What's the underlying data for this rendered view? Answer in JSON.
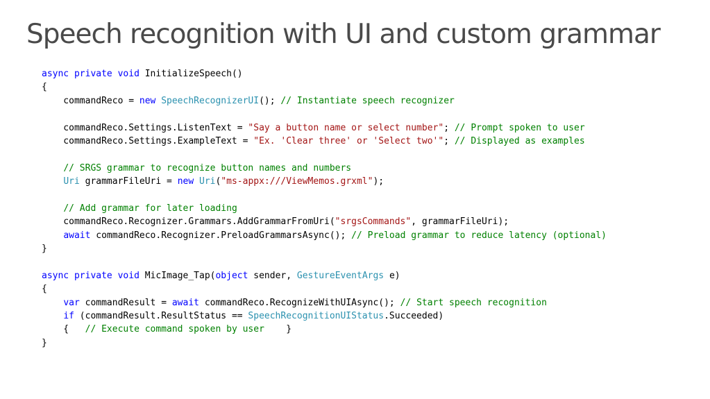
{
  "title": "Speech recognition with UI and custom grammar",
  "code_lines": [
    [
      [
        "kw",
        "async"
      ],
      [
        "plain",
        " "
      ],
      [
        "kw",
        "private"
      ],
      [
        "plain",
        " "
      ],
      [
        "kw",
        "void"
      ],
      [
        "plain",
        " InitializeSpeech()"
      ]
    ],
    [
      [
        "plain",
        "{"
      ]
    ],
    [
      [
        "plain",
        "    commandReco = "
      ],
      [
        "kw",
        "new"
      ],
      [
        "plain",
        " "
      ],
      [
        "type",
        "SpeechRecognizerUI"
      ],
      [
        "plain",
        "(); "
      ],
      [
        "comment",
        "// Instantiate speech recognizer"
      ]
    ],
    [],
    [
      [
        "plain",
        "    commandReco.Settings.ListenText = "
      ],
      [
        "str",
        "\"Say a button name or select number\""
      ],
      [
        "plain",
        "; "
      ],
      [
        "comment",
        "// Prompt spoken to user"
      ]
    ],
    [
      [
        "plain",
        "    commandReco.Settings.ExampleText = "
      ],
      [
        "str",
        "\"Ex. 'Clear three' or 'Select two'\""
      ],
      [
        "plain",
        "; "
      ],
      [
        "comment",
        "// Displayed as examples"
      ]
    ],
    [],
    [
      [
        "plain",
        "    "
      ],
      [
        "comment",
        "// SRGS grammar to recognize button names and numbers"
      ]
    ],
    [
      [
        "plain",
        "    "
      ],
      [
        "type",
        "Uri"
      ],
      [
        "plain",
        " grammarFileUri = "
      ],
      [
        "kw",
        "new"
      ],
      [
        "plain",
        " "
      ],
      [
        "type",
        "Uri"
      ],
      [
        "plain",
        "("
      ],
      [
        "str",
        "\"ms-appx:///ViewMemos.grxml\""
      ],
      [
        "plain",
        ");"
      ]
    ],
    [],
    [
      [
        "plain",
        "    "
      ],
      [
        "comment",
        "// Add grammar for later loading"
      ]
    ],
    [
      [
        "plain",
        "    commandReco.Recognizer.Grammars.AddGrammarFromUri("
      ],
      [
        "str",
        "\"srgsCommands\""
      ],
      [
        "plain",
        ", grammarFileUri);"
      ]
    ],
    [
      [
        "plain",
        "    "
      ],
      [
        "kw",
        "await"
      ],
      [
        "plain",
        " commandReco.Recognizer.PreloadGrammarsAsync(); "
      ],
      [
        "comment",
        "// Preload grammar to reduce latency (optional)"
      ]
    ],
    [
      [
        "plain",
        "}"
      ]
    ],
    [],
    [
      [
        "kw",
        "async"
      ],
      [
        "plain",
        " "
      ],
      [
        "kw",
        "private"
      ],
      [
        "plain",
        " "
      ],
      [
        "kw",
        "void"
      ],
      [
        "plain",
        " MicImage_Tap("
      ],
      [
        "kw",
        "object"
      ],
      [
        "plain",
        " sender, "
      ],
      [
        "type",
        "GestureEventArgs"
      ],
      [
        "plain",
        " e)"
      ]
    ],
    [
      [
        "plain",
        "{"
      ]
    ],
    [
      [
        "plain",
        "    "
      ],
      [
        "kw",
        "var"
      ],
      [
        "plain",
        " commandResult = "
      ],
      [
        "kw",
        "await"
      ],
      [
        "plain",
        " commandReco.RecognizeWithUIAsync(); "
      ],
      [
        "comment",
        "// Start speech recognition"
      ]
    ],
    [
      [
        "plain",
        "    "
      ],
      [
        "kw",
        "if"
      ],
      [
        "plain",
        " (commandResult.ResultStatus == "
      ],
      [
        "type",
        "SpeechRecognitionUIStatus"
      ],
      [
        "plain",
        ".Succeeded)"
      ]
    ],
    [
      [
        "plain",
        "    {   "
      ],
      [
        "comment",
        "// Execute command spoken by user"
      ],
      [
        "plain",
        "    }"
      ]
    ],
    [
      [
        "plain",
        "}"
      ]
    ]
  ]
}
